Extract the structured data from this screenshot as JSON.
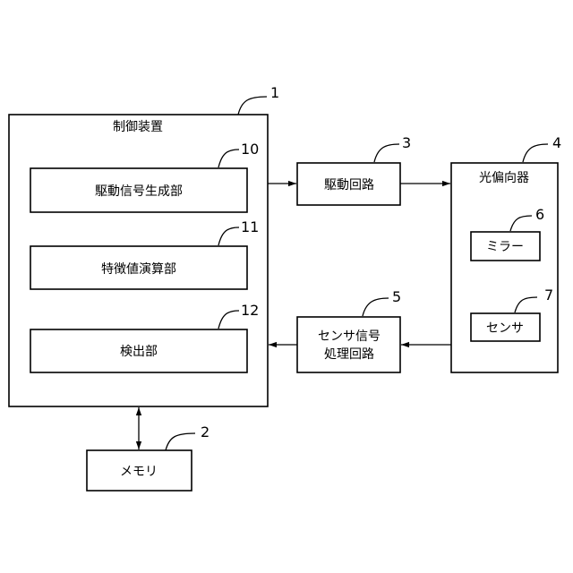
{
  "diagram": {
    "control_device": {
      "label": "制御装置",
      "ref": "1"
    },
    "drive_signal_generator": {
      "label": "駆動信号生成部",
      "ref": "10"
    },
    "feature_value_calculator": {
      "label": "特徴値演算部",
      "ref": "11"
    },
    "detector": {
      "label": "検出部",
      "ref": "12"
    },
    "memory": {
      "label": "メモリ",
      "ref": "2"
    },
    "drive_circuit": {
      "label": "駆動回路",
      "ref": "3"
    },
    "optical_deflector": {
      "label": "光偏向器",
      "ref": "4"
    },
    "mirror": {
      "label": "ミラー",
      "ref": "6"
    },
    "sensor": {
      "label": "センサ",
      "ref": "7"
    },
    "sensor_signal_circuit": {
      "label_line1": "センサ信号",
      "label_line2": "処理回路",
      "ref": "5"
    }
  }
}
